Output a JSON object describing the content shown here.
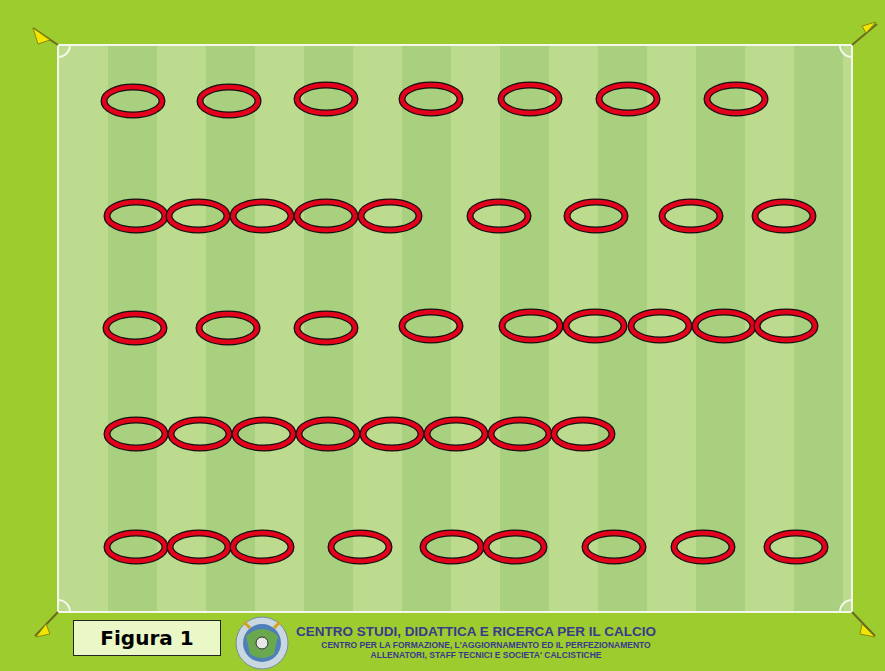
{
  "diagram": {
    "nodes": [
      {
        "text": [
          "Figura 1"
        ]
      }
    ],
    "labels": [
      "CENTRO STUDI, DIDATTICA E RICERCA PER IL CALCIO",
      "CENTRO PER LA FORMAZIONE, L'AGGIORNAMENTO ED IL PERFEZIONAMENTO ALLENATORI, STAFF TECNICI E SOCIETA' CALCISTICHE"
    ]
  }
}
